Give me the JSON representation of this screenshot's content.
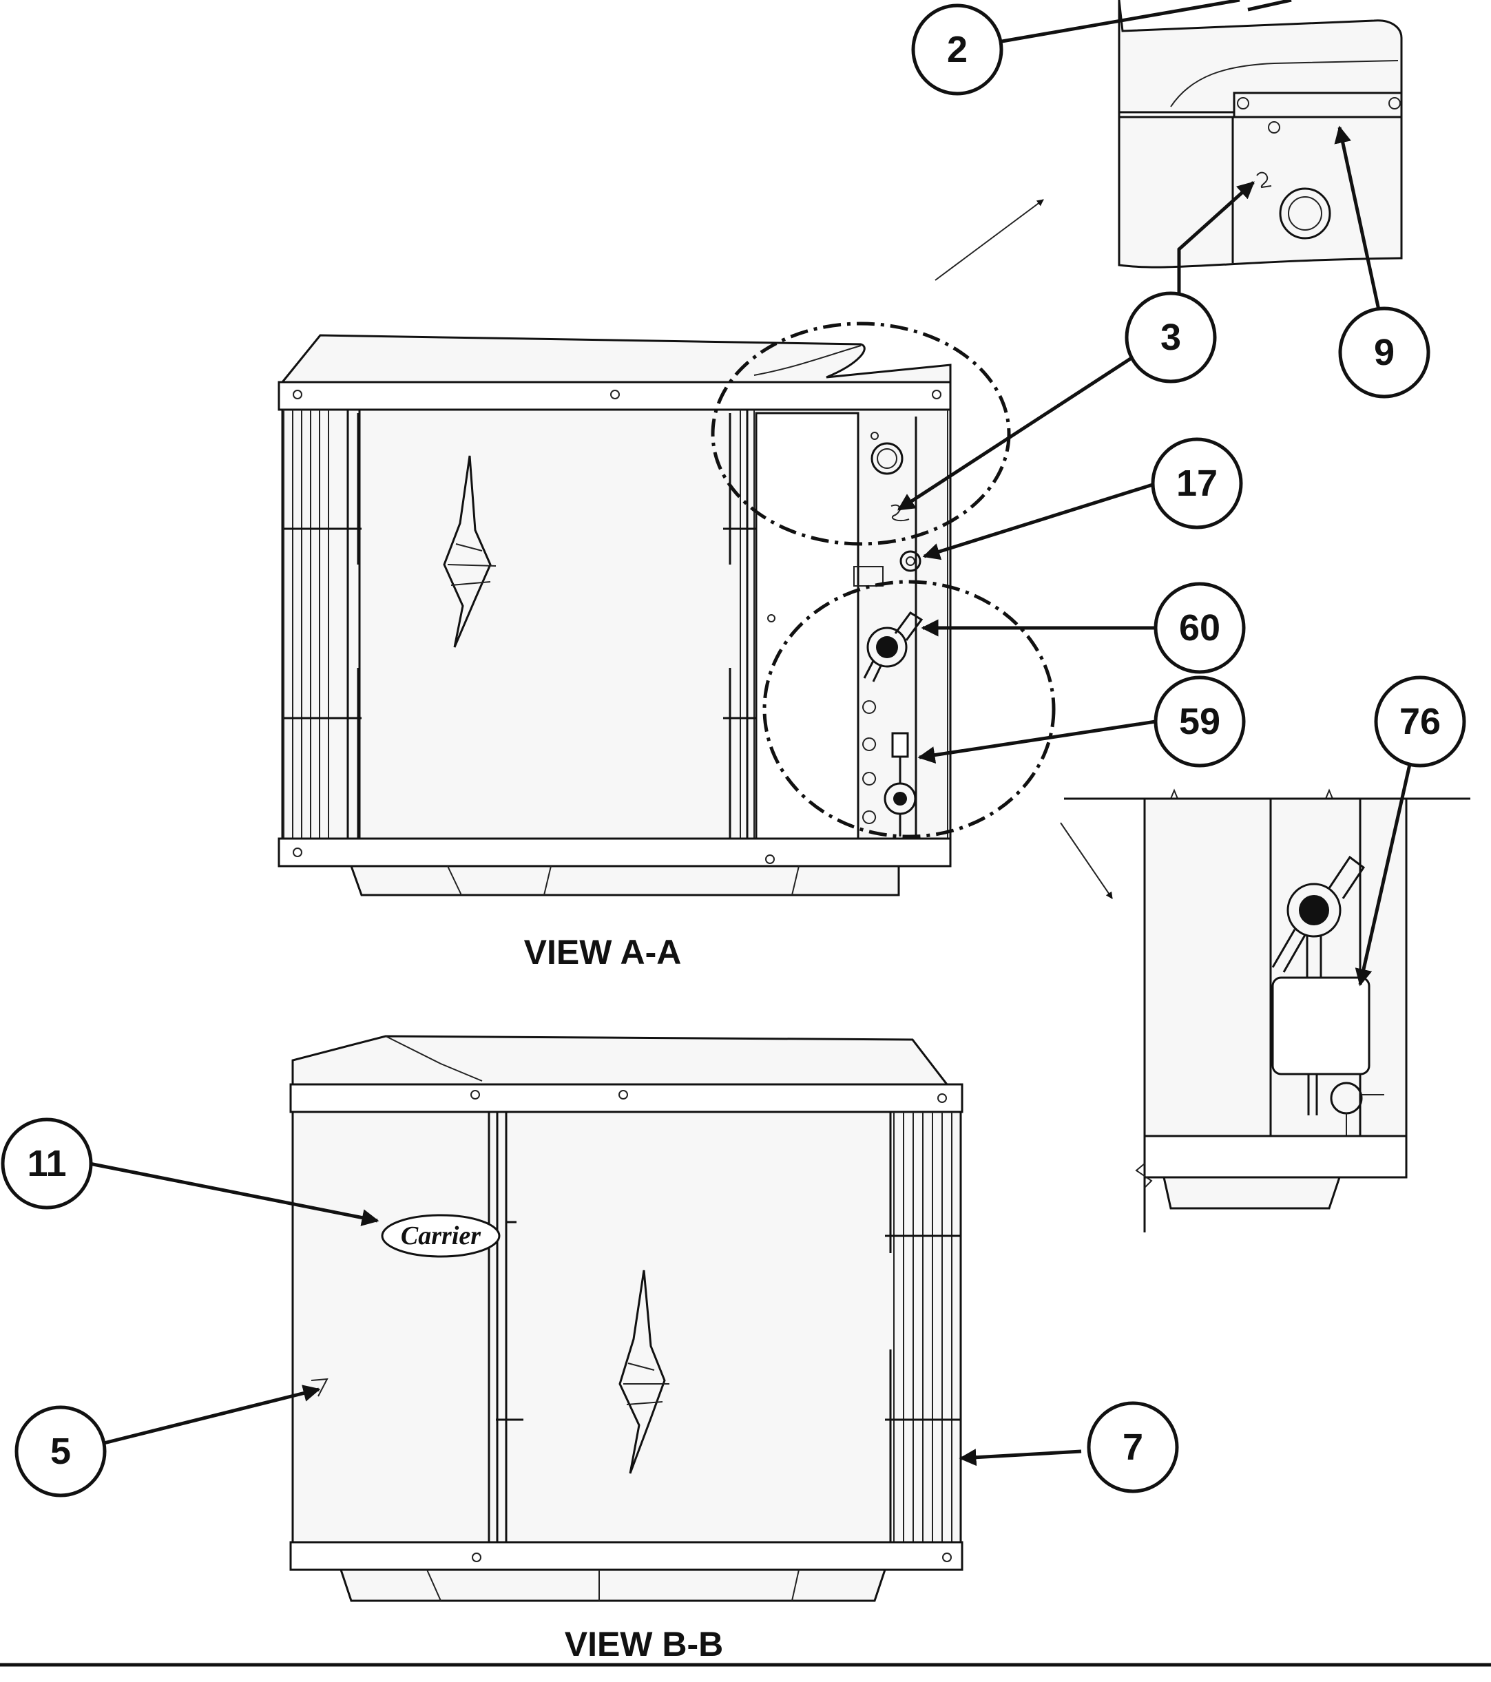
{
  "views": {
    "view_a": "VIEW A-A",
    "view_b": "VIEW B-B"
  },
  "callouts": {
    "c2": "2",
    "c3": "3",
    "c9": "9",
    "c17": "17",
    "c60": "60",
    "c59": "59",
    "c76": "76",
    "c11": "11",
    "c5": "5",
    "c7": "7"
  },
  "brand_logo": "Carrier",
  "colors": {
    "ink": "#111111",
    "panel": "#f7f7f7",
    "paper": "#ffffff"
  }
}
